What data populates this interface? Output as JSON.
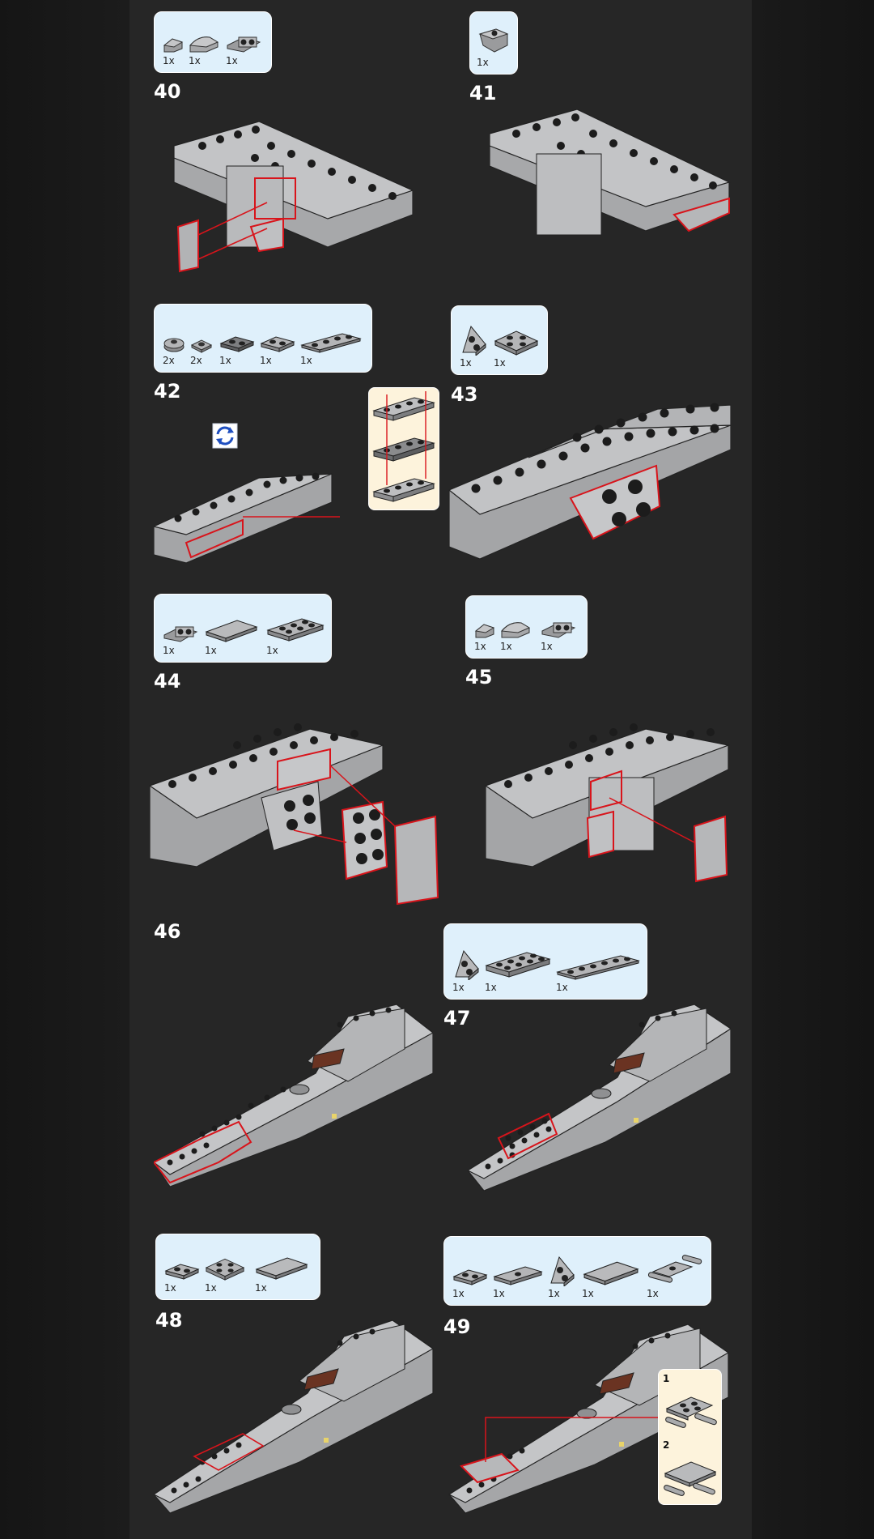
{
  "steps": [
    {
      "number": "40",
      "parts": [
        {
          "icon": "slope-brick-icon",
          "qty": "1x"
        },
        {
          "icon": "curved-slope-icon",
          "qty": "1x"
        },
        {
          "icon": "bracket-plate-icon",
          "qty": "1x"
        }
      ]
    },
    {
      "number": "41",
      "parts": [
        {
          "icon": "inverted-slope-icon",
          "qty": "1x"
        }
      ]
    },
    {
      "number": "42",
      "parts": [
        {
          "icon": "round-plate-icon",
          "qty": "2x"
        },
        {
          "icon": "jumper-plate-icon",
          "qty": "2x"
        },
        {
          "icon": "plate-1x2-icon",
          "qty": "1x"
        },
        {
          "icon": "plate-1x2-icon",
          "qty": "1x"
        },
        {
          "icon": "plate-1x4-icon",
          "qty": "1x"
        }
      ]
    },
    {
      "number": "43",
      "parts": [
        {
          "icon": "wedge-plate-icon",
          "qty": "1x"
        },
        {
          "icon": "plate-2x2-icon",
          "qty": "1x"
        }
      ]
    },
    {
      "number": "44",
      "parts": [
        {
          "icon": "bracket-plate-icon",
          "qty": "1x"
        },
        {
          "icon": "tile-2x3-icon",
          "qty": "1x"
        },
        {
          "icon": "plate-2x3-icon",
          "qty": "1x"
        }
      ]
    },
    {
      "number": "45",
      "parts": [
        {
          "icon": "slope-brick-icon",
          "qty": "1x"
        },
        {
          "icon": "curved-slope-icon",
          "qty": "1x"
        },
        {
          "icon": "bracket-plate-icon",
          "qty": "1x"
        }
      ]
    },
    {
      "number": "46",
      "parts": []
    },
    {
      "number": "47",
      "parts": [
        {
          "icon": "wedge-plate-icon",
          "qty": "1x"
        },
        {
          "icon": "plate-2x4-icon",
          "qty": "1x"
        },
        {
          "icon": "plate-1x6-icon",
          "qty": "1x"
        }
      ]
    },
    {
      "number": "48",
      "parts": [
        {
          "icon": "plate-1x2-icon",
          "qty": "1x"
        },
        {
          "icon": "plate-2x2-icon",
          "qty": "1x"
        },
        {
          "icon": "tile-2x3-icon",
          "qty": "1x"
        }
      ]
    },
    {
      "number": "49",
      "parts": [
        {
          "icon": "plate-1x2-icon",
          "qty": "1x"
        },
        {
          "icon": "jumper-plate-icon",
          "qty": "1x"
        },
        {
          "icon": "wedge-plate-icon",
          "qty": "1x"
        },
        {
          "icon": "tile-2x3-icon",
          "qty": "1x"
        },
        {
          "icon": "bar-holder-icon",
          "qty": "1x"
        }
      ]
    }
  ],
  "substeps": {
    "one": "1",
    "two": "2"
  },
  "colors": {
    "accent": "#d8141b",
    "part_box": "#dff0fb",
    "callout": "#fdf3dc",
    "brick": "#a8a9ab",
    "rotate": "#1f4fc0"
  }
}
